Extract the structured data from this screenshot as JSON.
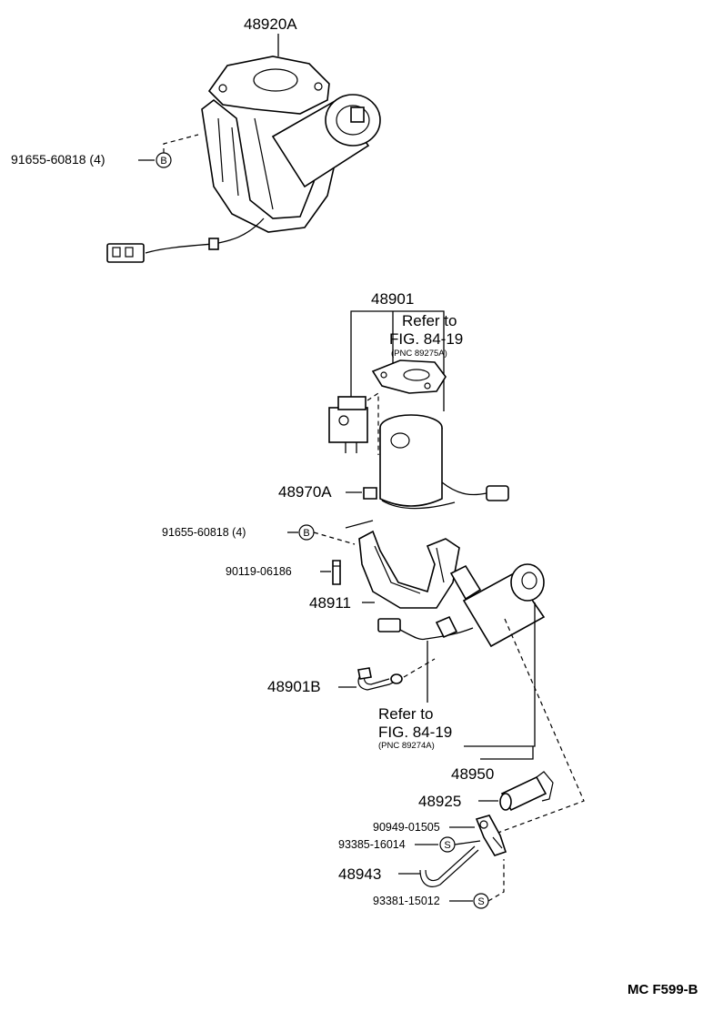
{
  "labels": {
    "assy_top": "48920A",
    "screw_top": "91655-60818 (4)",
    "screw_top_mark": "B",
    "set_48901": "48901",
    "refer_top_1": "Refer to",
    "refer_top_2": "FIG. 84-19",
    "refer_top_3": "(PNC 89275A)",
    "part_48970a": "48970A",
    "screw_mid": "91655-60818 (4)",
    "screw_mid_mark": "B",
    "bolt_mid": "90119-06186",
    "bracket_48911": "48911",
    "hose_48901b": "48901B",
    "refer_bot_1": "Refer to",
    "refer_bot_2": "FIG. 84-19",
    "refer_bot_3": "(PNC 89274A)",
    "set_48950": "48950",
    "part_48925": "48925",
    "part_90949": "90949-01505",
    "part_93385": "93385-16014",
    "part_93385_mark": "S",
    "part_48943": "48943",
    "part_93381": "93381-15012",
    "part_93381_mark": "S",
    "figure_code": "MC F599-B"
  }
}
